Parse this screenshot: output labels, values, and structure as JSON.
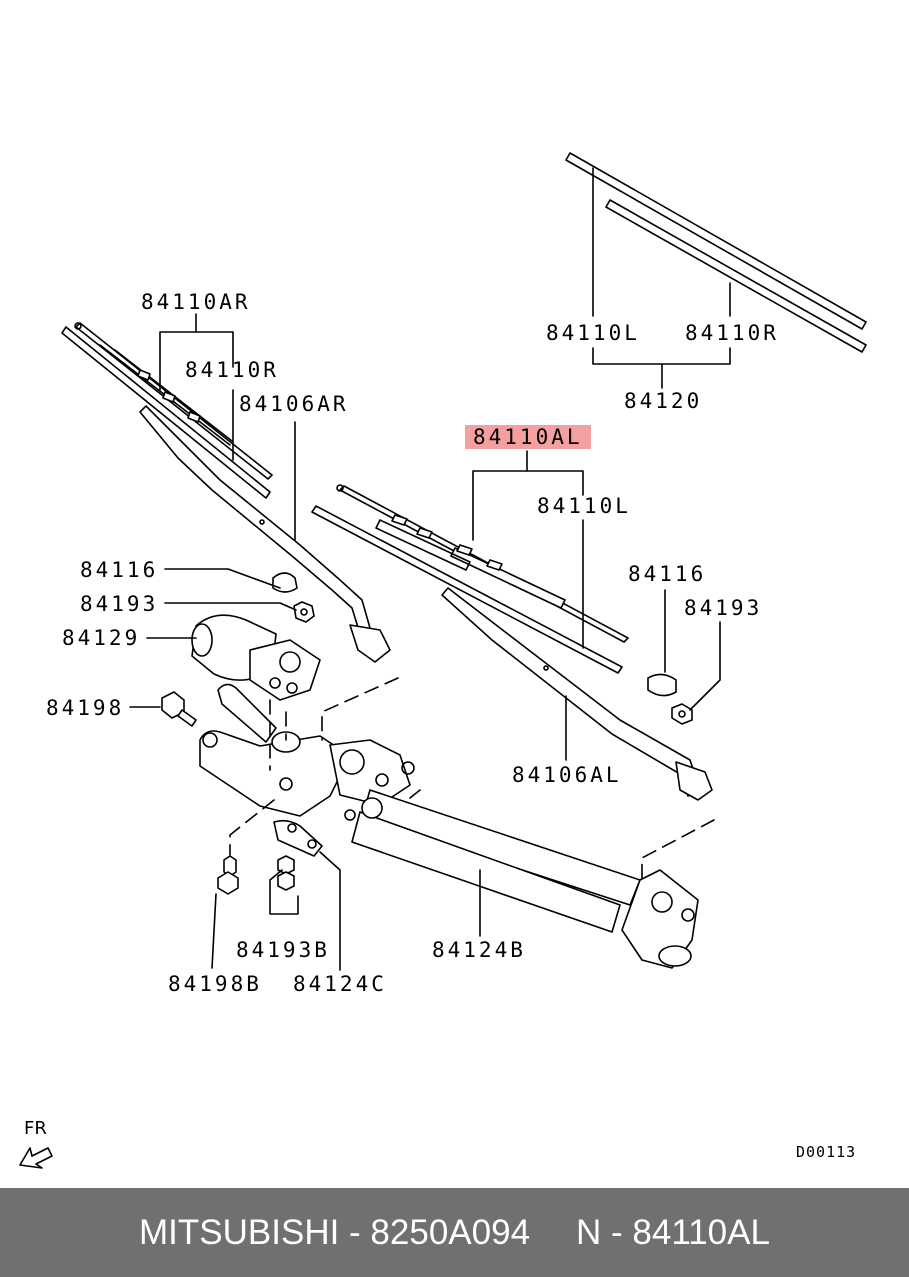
{
  "labels": {
    "p84110AR": "84110AR",
    "p84110R_left": "84110R",
    "p84106AR": "84106AR",
    "p84110L_top": "84110L",
    "p84110R_top": "84110R",
    "p84120": "84120",
    "p84110AL": "84110AL",
    "p84110L_mid": "84110L",
    "p84116_left": "84116",
    "p84193_left": "84193",
    "p84129": "84129",
    "p84198": "84198",
    "p84116_right": "84116",
    "p84193_right": "84193",
    "p84106AL": "84106AL",
    "p84193B": "84193B",
    "p84124B": "84124B",
    "p84198B": "84198B",
    "p84124C": "84124C"
  },
  "direction_marker": "FR",
  "diagram_code": "D00113",
  "footer": {
    "brand_part": "MITSUBISHI - 8250A094",
    "ref": "N - 84110AL"
  },
  "colors": {
    "highlight": "#f4a0a0",
    "footer_bg": "#707070"
  }
}
